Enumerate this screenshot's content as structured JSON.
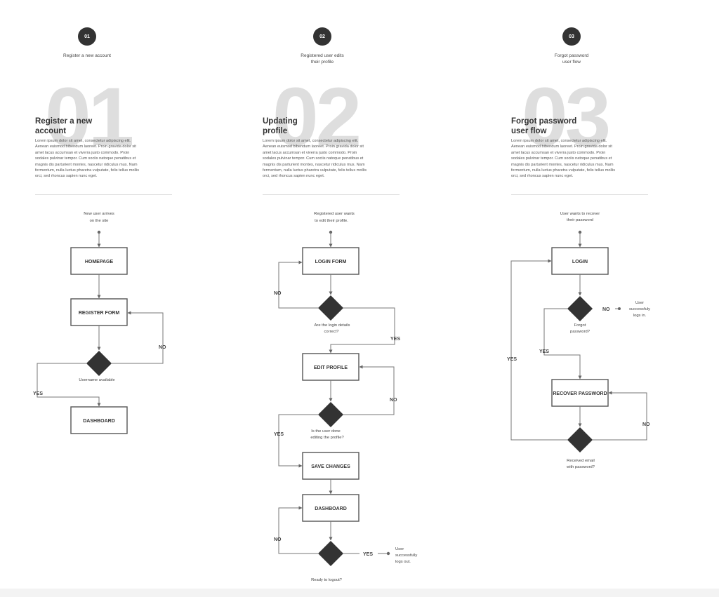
{
  "steps": [
    {
      "num": "01",
      "label": "Register a new account"
    },
    {
      "num": "02",
      "label_1": "Registered user edits",
      "label_2": "their profile"
    },
    {
      "num": "03",
      "label_1": "Forgot password",
      "label_2": "user flow"
    }
  ],
  "sections": [
    {
      "big": "01",
      "title_1": "Register a new",
      "title_2": "account",
      "desc": [
        "Lorem ipsum dolor sit amet, consectetur adipiscing elit.",
        "Aenean euismod bibendum laoreet. Proin gravida dolor sit",
        "amet lacus accumsan et viverra justo commodo. Proin",
        "sodales pulvinar tempor. Cum sociis natoque penatibus et",
        "magnis dis parturient montes, nascetur ridiculus mus. Nam",
        "fermentum, nulla luctus pharetra vulputate, felis tellus mollis",
        "orci, sed rhoncus sapien nunc eget."
      ]
    },
    {
      "big": "02",
      "title_1": "Updating",
      "title_2": "profile",
      "desc": [
        "Lorem ipsum dolor sit amet, consectetur adipiscing elit.",
        "Aenean euismod bibendum laoreet. Proin gravida dolor sit",
        "amet lacus accumsan et viverra justo commodo. Proin",
        "sodales pulvinar tempor. Cum sociis natoque penatibus et",
        "magnis dis parturient montes, nascetur ridiculus mus. Nam",
        "fermentum, nulla luctus pharetra vulputate, felis tellus mollis",
        "orci, sed rhoncus sapien nunc eget."
      ]
    },
    {
      "big": "03",
      "title_1": "Forgot password",
      "title_2": "user flow",
      "desc": [
        "Lorem ipsum dolor sit amet, consectetur adipiscing elit.",
        "Aenean euismod bibendum laoreet. Proin gravida dolor sit",
        "amet lacus accumsan et viverra justo commodo. Proin",
        "sodales pulvinar tempor. Cum sociis natoque penatibus et",
        "magnis dis parturient montes, nascetur ridiculus mus. Nam",
        "fermentum, nulla luctus pharetra vulputate, felis tellus mollis",
        "orci, sed rhoncus sapien nunc eget."
      ]
    }
  ],
  "flow1": {
    "start_1": "New user arrives",
    "start_2": "on the site",
    "homepage": "HOMEPAGE",
    "register": "REGISTER FORM",
    "decision": "Username available",
    "no": "NO",
    "yes": "YES",
    "dashboard": "DASHBOARD"
  },
  "flow2": {
    "start_1": "Registered user wants",
    "start_2": "to edit their profile.",
    "login": "LOGIN FORM",
    "no1": "NO",
    "d1_1": "Are the login details",
    "d1_2": "correct?",
    "yes1": "YES",
    "edit": "EDIT PROFILE",
    "no2": "NO",
    "d2_1": "Is  the user done",
    "d2_2": "editing the profile?",
    "yes2": "YES",
    "save": "SAVE CHANGES",
    "dashboard": "DASHBOARD",
    "no3": "NO",
    "yes3": "YES",
    "end_1": "User",
    "end_2": "successfully",
    "end_3": "logs out.",
    "d3": "Ready to logout?"
  },
  "flow3": {
    "start_1": "User wants to recover",
    "start_2": "their password",
    "login": "LOGIN",
    "no1": "NO",
    "end_1": "User",
    "end_2": "successfuly",
    "end_3": "logs in.",
    "d1_1": "Forgot",
    "d1_2": "password?",
    "yes1": "YES",
    "yes2": "YES",
    "recover": "RECOVER PASSWORD",
    "no2": "NO",
    "d2_1": "Received email",
    "d2_2": "with password?"
  }
}
